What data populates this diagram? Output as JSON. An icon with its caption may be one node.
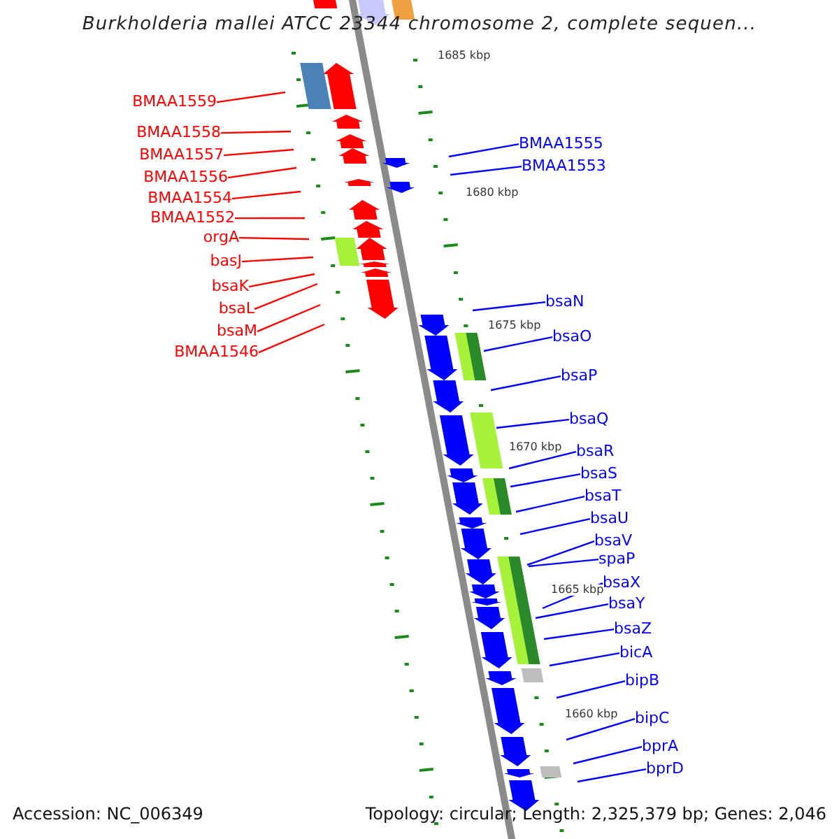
{
  "diagram": {
    "title": "Burkholderia mallei ATCC 23344 chromosome 2, complete sequen...",
    "nodes": [
      {
        "text": [
          "BMAA1559"
        ]
      },
      {
        "text": [
          "BMAA1558"
        ]
      },
      {
        "text": [
          "BMAA1557"
        ]
      },
      {
        "text": [
          "BMAA1556"
        ]
      },
      {
        "text": [
          "BMAA1554"
        ]
      },
      {
        "text": [
          "BMAA1552"
        ]
      },
      {
        "text": [
          "orgA"
        ]
      },
      {
        "text": [
          "basJ"
        ]
      },
      {
        "text": [
          "bsaK"
        ]
      },
      {
        "text": [
          "bsaL"
        ]
      },
      {
        "text": [
          "bsaM"
        ]
      },
      {
        "text": [
          "BMAA1546"
        ]
      },
      {
        "text": [
          "BMAA1555"
        ]
      },
      {
        "text": [
          "BMAA1553"
        ]
      },
      {
        "text": [
          "bsaN"
        ]
      },
      {
        "text": [
          "bsaO"
        ]
      },
      {
        "text": [
          "bsaP"
        ]
      },
      {
        "text": [
          "bsaQ"
        ]
      },
      {
        "text": [
          "bsaR"
        ]
      },
      {
        "text": [
          "bsaS"
        ]
      },
      {
        "text": [
          "bsaT"
        ]
      },
      {
        "text": [
          "bsaU"
        ]
      },
      {
        "text": [
          "bsaV"
        ]
      },
      {
        "text": [
          "spaP"
        ]
      },
      {
        "text": [
          "bsaX"
        ]
      },
      {
        "text": [
          "bsaY"
        ]
      },
      {
        "text": [
          "bsaZ"
        ]
      },
      {
        "text": [
          "bicA"
        ]
      },
      {
        "text": [
          "bipB"
        ]
      },
      {
        "text": [
          "bipC"
        ]
      },
      {
        "text": [
          "bprA"
        ]
      },
      {
        "text": [
          "bprD"
        ]
      }
    ],
    "edges": [
      {
        "from": 0,
        "to": null,
        "arrow": "none",
        "color": "#ff0000"
      },
      {
        "from": 1,
        "to": null,
        "arrow": "none",
        "color": "#ff0000"
      },
      {
        "from": 2,
        "to": null,
        "arrow": "none",
        "color": "#ff0000"
      },
      {
        "from": 3,
        "to": null,
        "arrow": "none",
        "color": "#ff0000"
      },
      {
        "from": 4,
        "to": null,
        "arrow": "none",
        "color": "#ff0000"
      },
      {
        "from": 5,
        "to": null,
        "arrow": "none",
        "color": "#ff0000"
      },
      {
        "from": 6,
        "to": null,
        "arrow": "none",
        "color": "#ff0000"
      },
      {
        "from": 7,
        "to": null,
        "arrow": "none",
        "color": "#ff0000"
      },
      {
        "from": 8,
        "to": null,
        "arrow": "none",
        "color": "#ff0000"
      },
      {
        "from": 9,
        "to": null,
        "arrow": "none",
        "color": "#ff0000"
      },
      {
        "from": 10,
        "to": null,
        "arrow": "none",
        "color": "#ff0000"
      },
      {
        "from": 11,
        "to": null,
        "arrow": "none",
        "color": "#ff0000"
      },
      {
        "from": 12,
        "to": null,
        "arrow": "none"
      },
      {
        "from": 13,
        "to": null,
        "arrow": "none"
      },
      {
        "from": 14,
        "to": null,
        "arrow": "none"
      },
      {
        "from": 15,
        "to": null,
        "arrow": "none"
      },
      {
        "from": 16,
        "to": null,
        "arrow": "none"
      },
      {
        "from": 17,
        "to": null,
        "arrow": "none"
      },
      {
        "from": 18,
        "to": null,
        "arrow": "none"
      },
      {
        "from": 19,
        "to": null,
        "arrow": "none"
      },
      {
        "from": 20,
        "to": null,
        "arrow": "none"
      },
      {
        "from": 21,
        "to": null,
        "arrow": "none"
      },
      {
        "from": 22,
        "to": null,
        "arrow": "none"
      },
      {
        "from": 23,
        "to": null,
        "arrow": "none"
      },
      {
        "from": 24,
        "to": null,
        "arrow": "none"
      },
      {
        "from": 25,
        "to": null,
        "arrow": "none"
      },
      {
        "from": 26,
        "to": null,
        "arrow": "none"
      },
      {
        "from": 27,
        "to": null,
        "arrow": "none"
      },
      {
        "from": 28,
        "to": null,
        "arrow": "none"
      },
      {
        "from": 29,
        "to": null,
        "arrow": "none"
      },
      {
        "from": 30,
        "to": null,
        "arrow": "none"
      },
      {
        "from": 31,
        "to": null,
        "arrow": "none"
      }
    ],
    "labels": [
      "1685 kbp",
      "1680 kbp",
      "1675 kbp",
      "1670 kbp",
      "1665 kbp",
      "1660 kbp",
      "Accession: NC_006349",
      "Topology: circular; Length: 2,325,379 bp; Genes: 2,046"
    ]
  }
}
